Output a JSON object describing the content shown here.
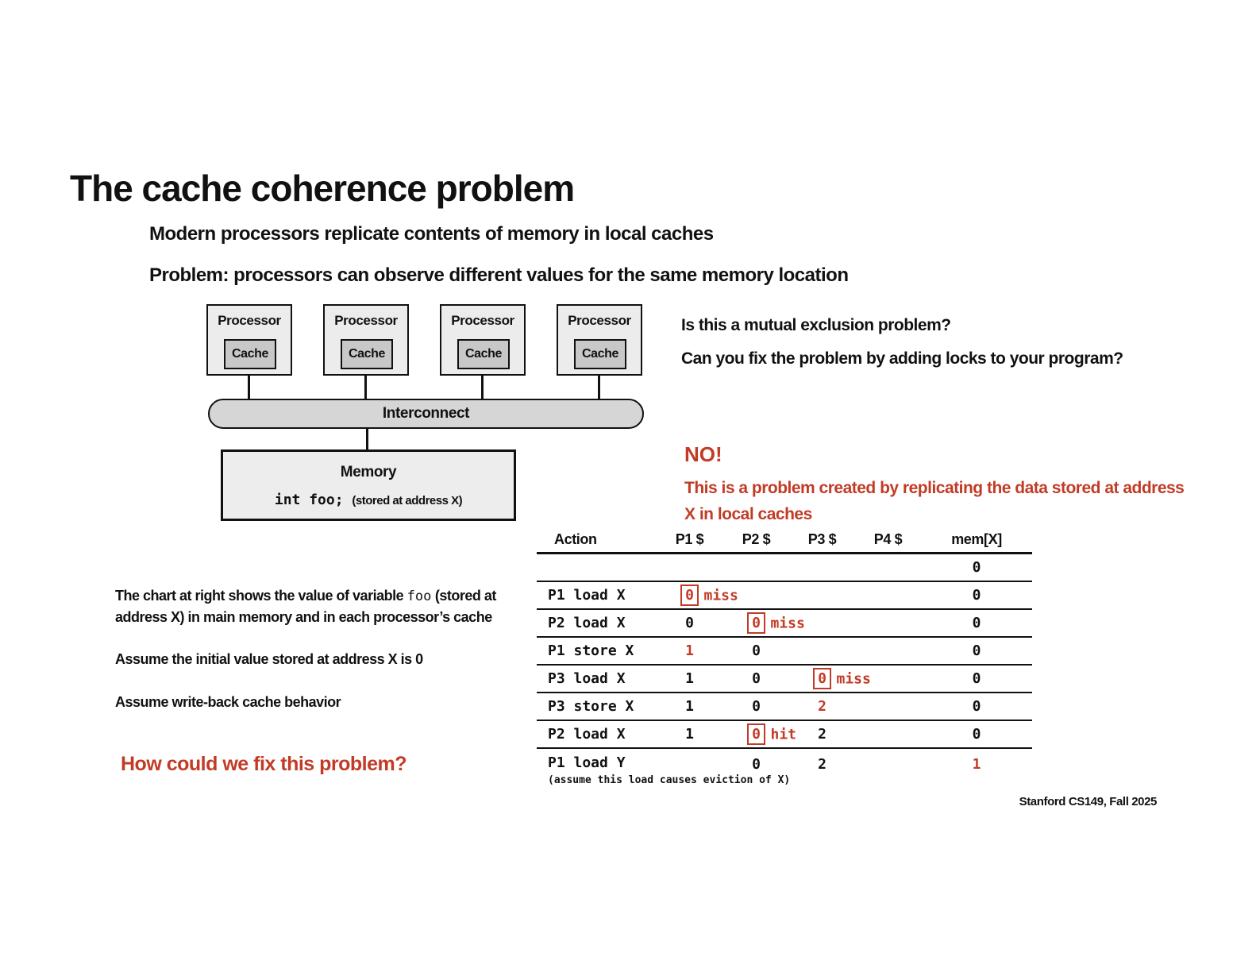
{
  "colors": {
    "accent_red": "#c23b26"
  },
  "header": {
    "title": "The cache coherence problem",
    "subtitle1": "Modern processors replicate contents of memory in local caches",
    "subtitle2": "Problem: processors can observe different values for the same memory location"
  },
  "diagram": {
    "processors": [
      {
        "label": "Processor",
        "cache": "Cache"
      },
      {
        "label": "Processor",
        "cache": "Cache"
      },
      {
        "label": "Processor",
        "cache": "Cache"
      },
      {
        "label": "Processor",
        "cache": "Cache"
      }
    ],
    "interconnect": "Interconnect",
    "memory": {
      "title": "Memory",
      "code": "int foo;",
      "note": "(stored at address X)"
    }
  },
  "questions": {
    "line1": "Is this a mutual exclusion problem?",
    "line2": "Can you fix the problem by adding locks to your program?"
  },
  "answer": {
    "headline": "NO!",
    "line1": "This is a problem created by replicating the data stored at address",
    "line2": "X in local caches"
  },
  "left_notes": {
    "chart_line1_pre": "The chart at right shows the value of variable ",
    "chart_code": "foo",
    "chart_line1_post": " (stored at",
    "chart_line2": "address X) in main memory and in each processor’s cache",
    "assume1": "Assume the initial value stored at address X is 0",
    "assume2": "Assume write-back cache behavior",
    "fix_question": "How could we fix this problem?"
  },
  "table": {
    "headers": {
      "action": "Action",
      "p1": "P1 $",
      "p2": "P2 $",
      "p3": "P3 $",
      "p4": "P4 $",
      "mem": "mem[X]"
    },
    "rows": [
      {
        "mem": "0"
      },
      {
        "action": "P1 load X",
        "p1": "0",
        "p1_tag": "miss",
        "mem": "0"
      },
      {
        "action": "P2 load X",
        "p1": "0",
        "p2": "0",
        "p2_tag": "miss",
        "mem": "0"
      },
      {
        "action": "P1 store X",
        "p1": "1",
        "p2": "0",
        "mem": "0"
      },
      {
        "action": "P3 load X",
        "p1": "1",
        "p2": "0",
        "p3": "0",
        "p3_tag": "miss",
        "mem": "0"
      },
      {
        "action": "P3 store X",
        "p1": "1",
        "p2": "0",
        "p3": "2",
        "mem": "0"
      },
      {
        "action": "P2 load X",
        "p1": "1",
        "p2": "0",
        "p2_tag": "hit",
        "p3": "2",
        "mem": "0"
      },
      {
        "action": "P1 load Y",
        "action_note": "(assume this load causes eviction of X)",
        "p2": "0",
        "p3": "2",
        "mem": "1"
      }
    ]
  },
  "footer": "Stanford CS149, Fall 2025"
}
